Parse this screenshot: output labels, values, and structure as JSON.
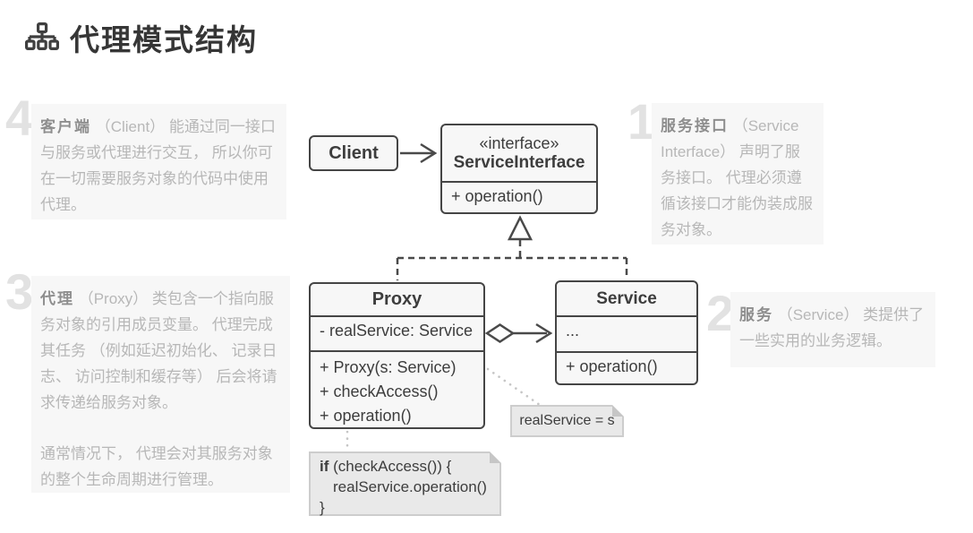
{
  "page": {
    "title": "代理模式结构",
    "icon": "org-chart-icon"
  },
  "colors": {
    "uml_border": "#454545",
    "uml_fill": "#f7f7f7",
    "annotation_bg": "#f7f7f7",
    "annotation_text": "#b7b7b7",
    "annotation_lead": "#8e8e8e",
    "annotation_number": "#e2e2e2",
    "note_bg": "#e9e9e9",
    "note_border": "#cdcdcd",
    "connector": "#4a4a4a",
    "note_connector": "#c6c6c6"
  },
  "annotations": [
    {
      "number": "1",
      "lead": "服务接口",
      "body": " （Service Interface） 声明了服务接口。 代理必须遵循该接口才能伪装成服务对象。"
    },
    {
      "number": "2",
      "lead": "服务",
      "body": " （Service） 类提供了一些实用的业务逻辑。"
    },
    {
      "number": "3",
      "lead": "代理",
      "body": " （Proxy） 类包含一个指向服务对象的引用成员变量。 代理完成其任务 （例如延迟初始化、 记录日志、 访问控制和缓存等） 后会将请求传递给服务对象。",
      "body2": "通常情况下， 代理会对其服务对象的整个生命周期进行管理。"
    },
    {
      "number": "4",
      "lead": "客户端",
      "body": " （Client） 能通过同一接口与服务或代理进行交互， 所以你可在一切需要服务对象的代码中使用代理。"
    }
  ],
  "diagram": {
    "client": {
      "title": "Client"
    },
    "interface": {
      "stereotype": "«interface»",
      "title": "ServiceInterface",
      "methods": [
        "+ operation()"
      ]
    },
    "proxy": {
      "title": "Proxy",
      "attributes": [
        "- realService: Service"
      ],
      "methods": [
        "+ Proxy(s: Service)",
        "+ checkAccess()",
        "+ operation()"
      ]
    },
    "service": {
      "title": "Service",
      "attributes": [
        "..."
      ],
      "methods": [
        "+ operation()"
      ]
    },
    "notes": {
      "assign": "realService = s",
      "code_keyword": "if",
      "code_line1_rest": " (checkAccess()) {",
      "code_line2": "realService.operation()",
      "code_line3": "}"
    }
  }
}
